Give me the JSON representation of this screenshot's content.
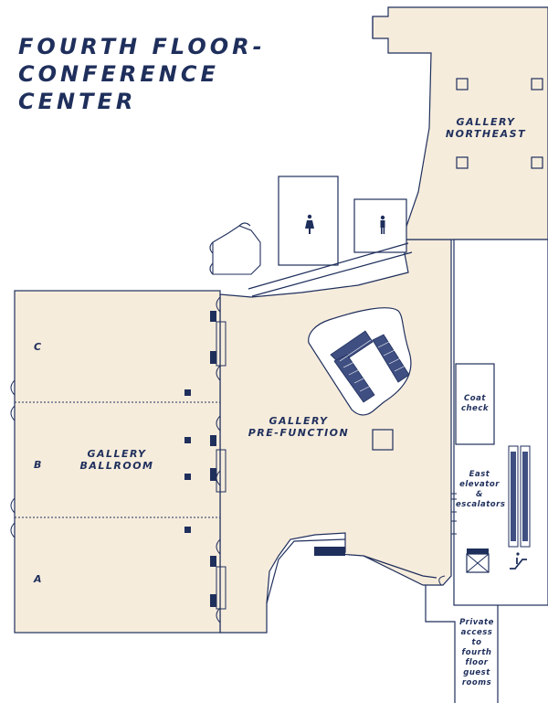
{
  "title": {
    "line1": "FOURTH FLOOR-",
    "line2": "CONFERENCE",
    "line3": "CENTER"
  },
  "rooms": {
    "gallery_northeast": {
      "line1": "GALLERY",
      "line2": "NORTHEAST"
    },
    "gallery_prefunction": {
      "line1": "GALLERY",
      "line2": "PRE-FUNCTION"
    },
    "gallery_ballroom": {
      "line1": "GALLERY",
      "line2": "BALLROOM"
    }
  },
  "ballroom_sections": {
    "a": "A",
    "b": "B",
    "c": "C"
  },
  "services": {
    "coat_check": {
      "line1": "Coat",
      "line2": "check"
    },
    "east_elevator": {
      "line1": "East",
      "line2": "elevator",
      "line3": "&",
      "line4": "escalators"
    },
    "private_access": {
      "line1": "Private",
      "line2": "access",
      "line3": "to",
      "line4": "fourth",
      "line5": "floor",
      "line6": "guest",
      "line7": "rooms"
    }
  },
  "icons": [
    "restroom-women-icon",
    "restroom-men-icon",
    "elevator-icon",
    "escalator-icon"
  ],
  "colors": {
    "floor": "#f6ecdc",
    "ink": "#1f2f5c",
    "stair_fill": "#3f4f82"
  }
}
